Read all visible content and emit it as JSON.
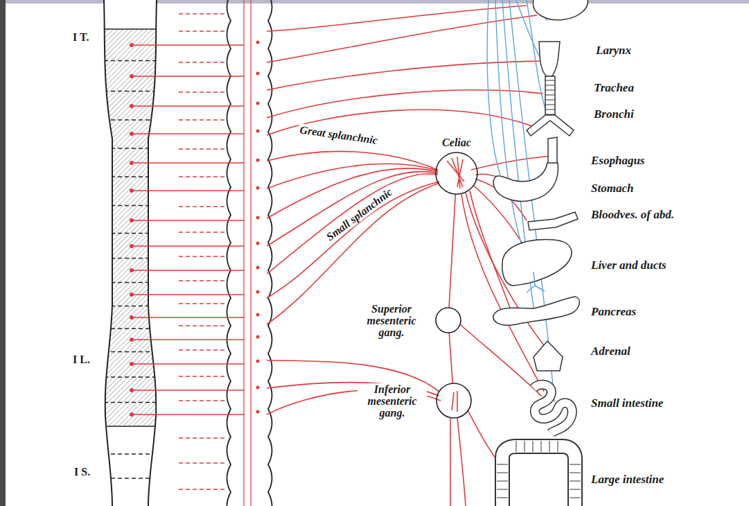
{
  "diagram": {
    "nodes": [
      {
        "text": [
          "Celiac"
        ]
      },
      {
        "text": [
          "Superior mesenteric gang."
        ]
      },
      {
        "text": [
          "Inferior mesenteric gang."
        ]
      }
    ],
    "edges": [
      {
        "from": 0,
        "to": 1,
        "arrow": "none"
      },
      {
        "from": 1,
        "to": 2,
        "arrow": "none"
      }
    ],
    "labels": [
      "I T.",
      "Great splanchnic",
      "Small splanchnic",
      "I L.",
      "I S.",
      "Larynx",
      "Trachea",
      "Bronchi",
      "Esophagus",
      "Stomach",
      "Bloodves. of abd.",
      "Liver and ducts",
      "Pancreas",
      "Adrenal",
      "Small intestine",
      "Large intestine"
    ]
  }
}
